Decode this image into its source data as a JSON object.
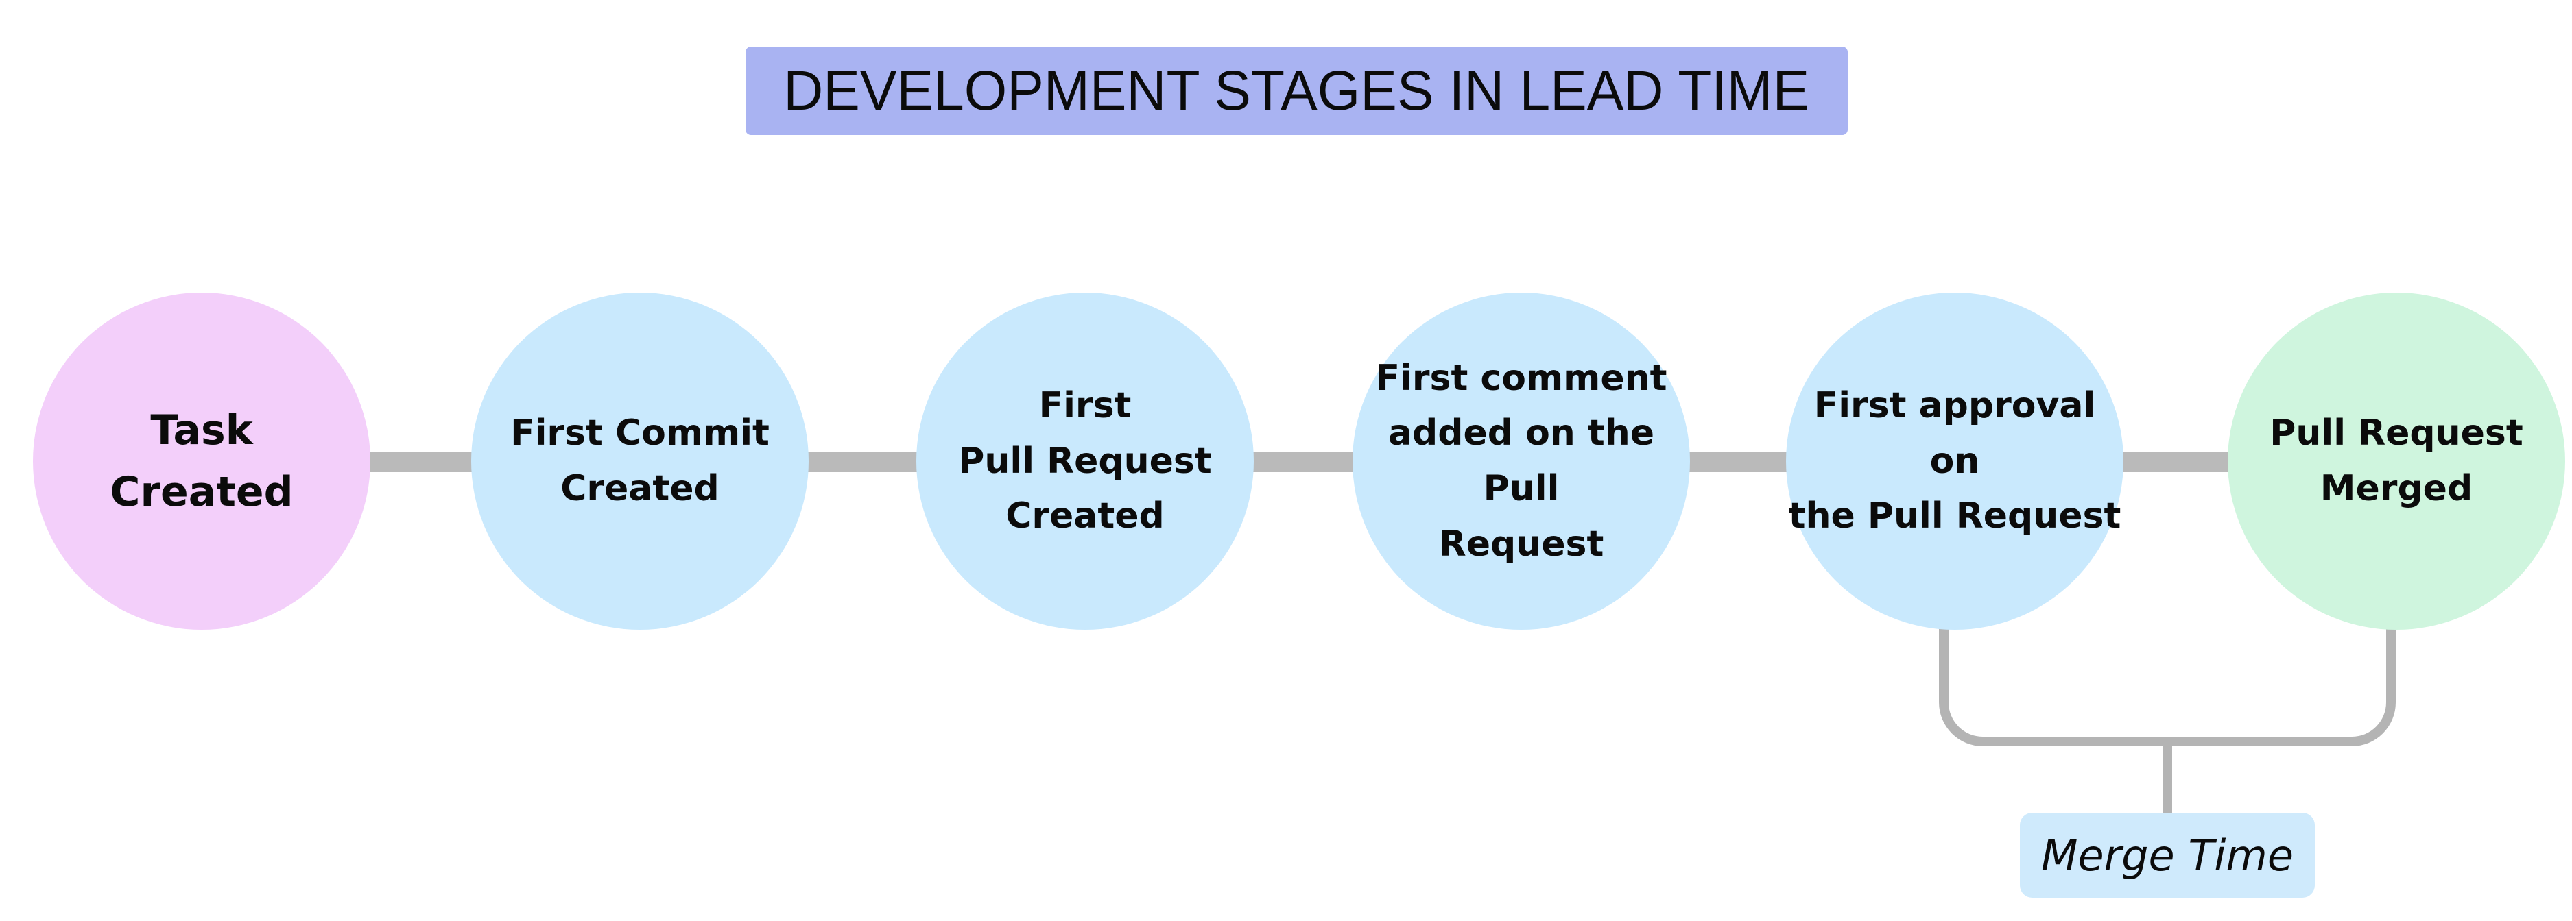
{
  "title": {
    "label": "DEVELOPMENT STAGES IN LEAD TIME"
  },
  "stages": [
    {
      "label": "Task\nCreated",
      "color": "#f3cffa"
    },
    {
      "label": "First Commit\nCreated",
      "color": "#c9e9fd"
    },
    {
      "label": "First\nPull Request\nCreated",
      "color": "#c9e9fd"
    },
    {
      "label": "First comment\nadded on the Pull\nRequest",
      "color": "#c9e9fd"
    },
    {
      "label": "First approval on\nthe Pull Request",
      "color": "#c9e9fd"
    },
    {
      "label": "Pull Request\nMerged",
      "color": "#cff5de"
    }
  ],
  "annotation": {
    "label": "Merge Time",
    "color": "#cfeafc"
  },
  "colors": {
    "title_bg": "#a9b3f2",
    "connector": "#bababa",
    "bracket": "#b4b4b4",
    "text": "#0b0b0b",
    "background": "#ffffff"
  }
}
